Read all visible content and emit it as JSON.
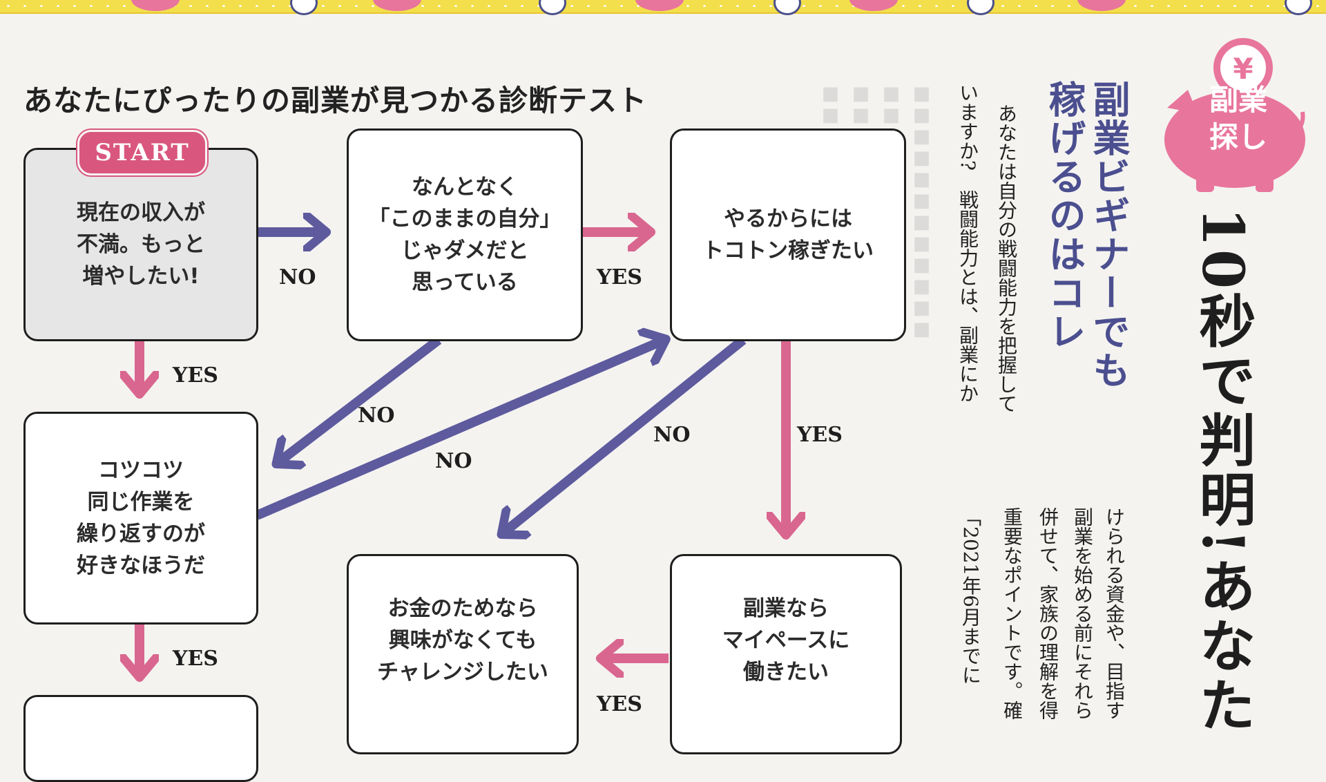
{
  "header": {
    "title": "あなたにぴったりの副業が見つかる診断テスト"
  },
  "flowchart": {
    "start_label": "START",
    "boxes": {
      "q1": "現在の収入が\n不満。もっと\n増やしたい!",
      "q2": "なんとなく\n「このままの自分」\nじゃダメだと\n思っている",
      "q3": "やるからには\nトコトン稼ぎたい",
      "q4": "コツコツ\n同じ作業を\n繰り返すのが\n好きなほうだ",
      "q5": "お金のためなら\n興味がなくても\nチャレンジしたい",
      "q6": "副業なら\nマイペースに\n働きたい"
    },
    "labels": {
      "no": "NO",
      "yes": "YES"
    },
    "colors": {
      "no_arrow": "#5e5a9e",
      "yes_arrow": "#d9668f",
      "badge": "#d9577f"
    }
  },
  "sidebar": {
    "tag": "副業\n探し",
    "headline": "10秒で判明!あなた",
    "subheading": "副業ビギナーでも\n稼げるのはコレ",
    "intro_col1": "あなたは自分の戦闘能力を把握して",
    "intro_col2": "いますか?　戦闘能力とは、副業にか",
    "body_col1": "けられる資金や、目指す",
    "body_col2": "副業を始める前にそれら",
    "body_col3": "併せて、家族の理解を得",
    "body_col4": "重要なポイントです。確",
    "body_col5": "「2021年6月までに"
  }
}
